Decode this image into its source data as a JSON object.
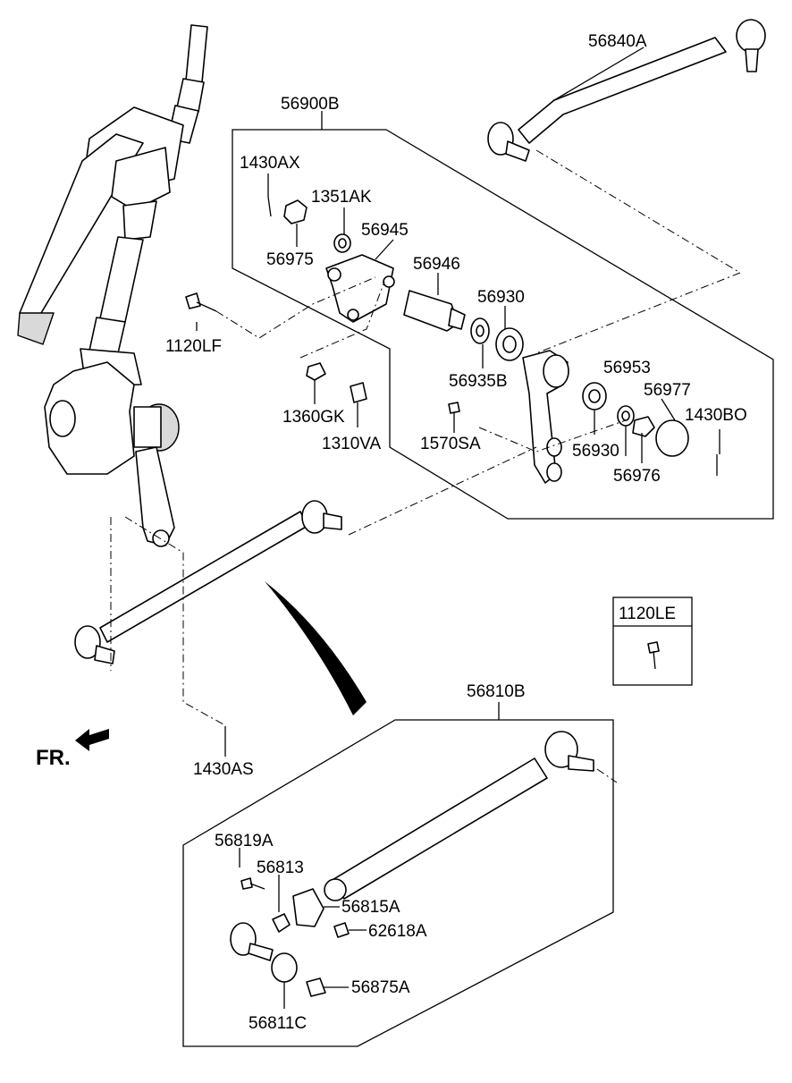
{
  "diagram": {
    "labels": {
      "p56840A": "56840A",
      "p56900B": "56900B",
      "p1430AX": "1430AX",
      "p1351AK": "1351AK",
      "p56945": "56945",
      "p56975": "56975",
      "p56946": "56946",
      "p56930_top": "56930",
      "p1120LF": "1120LF",
      "p56935B": "56935B",
      "p56953": "56953",
      "p56977": "56977",
      "p1430BO": "1430BO",
      "p1360GK": "1360GK",
      "p1310VA": "1310VA",
      "p1570SA": "1570SA",
      "p56930_bottom": "56930",
      "p56976": "56976",
      "p1120LE": "1120LE",
      "p56810B": "56810B",
      "fr": "FR.",
      "p1430AS": "1430AS",
      "p56819A": "56819A",
      "p56813": "56813",
      "p56815A": "56815A",
      "p62618A": "62618A",
      "p56875A": "56875A",
      "p56811C": "56811C"
    }
  }
}
